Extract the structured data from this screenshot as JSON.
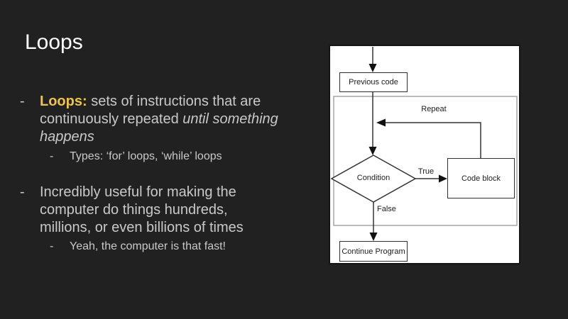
{
  "slide": {
    "title": "Loops",
    "background_color": "#212121",
    "title_color": "#ffffff",
    "text_color": "#c9c9c9",
    "accent_color": "#eec34f"
  },
  "bullets": {
    "marker": "-",
    "item1": {
      "lead": "Loops:",
      "body": " sets of instructions that are\ncontinuously repeated ",
      "italic": "until something\nhappens"
    },
    "item1_sub": "Types: ‘for’ loops, ‘while’ loops",
    "item2": "Incredibly useful for making the\ncomputer do things hundreds,\nmillions, or even billions of times",
    "item2_sub": "Yeah, the computer is that fast!"
  },
  "flowchart": {
    "line_color": "#333333",
    "loop_boundary_color": "#a6a6a6",
    "nodes": {
      "previous_code": "Previous code",
      "condition": "Condition",
      "code_block": "Code block",
      "continue_program": "Continue Program"
    },
    "labels": {
      "repeat": "Repeat",
      "true_label": "True",
      "false_label": "False"
    }
  }
}
